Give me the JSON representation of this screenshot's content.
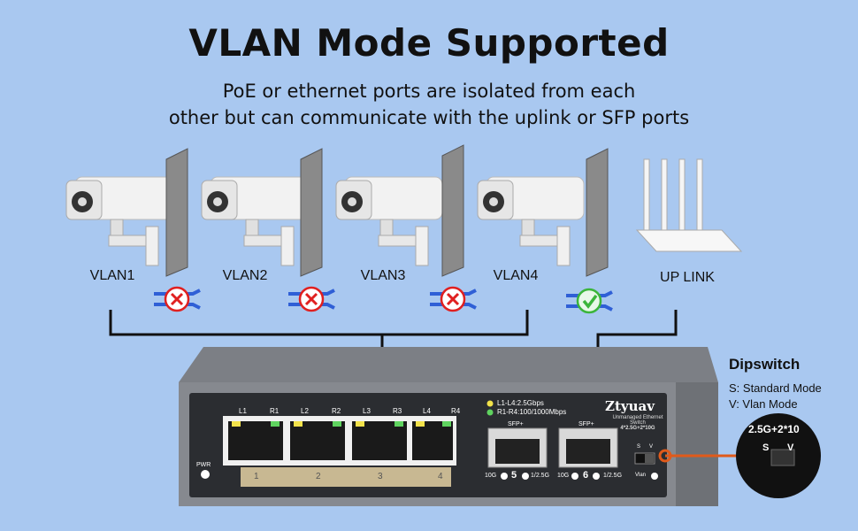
{
  "title": "VLAN Mode Supported",
  "subtitle_line1": "PoE or ethernet ports are isolated from each",
  "subtitle_line2": "other but can communicate with the uplink or SFP ports",
  "vlans": [
    {
      "label": "VLAN1",
      "status": "blocked"
    },
    {
      "label": "VLAN2",
      "status": "blocked"
    },
    {
      "label": "VLAN3",
      "status": "blocked"
    },
    {
      "label": "VLAN4",
      "status": "allowed"
    }
  ],
  "uplink_label": "UP LINK",
  "switch": {
    "brand": "Ztyuav",
    "model_line1": "Unmanaged Ethernet",
    "model_line2": "Switch",
    "model_line3": "4*2.5G+2*10G",
    "legend_yellow": "L1-L4:2.5Gbps",
    "legend_green": "R1-R4:100/1000Mbps",
    "led_labels": [
      "L1",
      "R1",
      "L2",
      "R2",
      "L3",
      "R3",
      "L4",
      "R4"
    ],
    "port_numbers": [
      "1",
      "2",
      "3",
      "4"
    ],
    "pwr": "PWR",
    "sfp_label": "SFP+",
    "sfp5": {
      "left": "10G",
      "num": "5",
      "right": "1/2.5G"
    },
    "sfp6": {
      "left": "10G",
      "num": "6",
      "right": "1/2.5G"
    },
    "vlan_led": "Vlan",
    "dip_s": "S",
    "dip_v": "V"
  },
  "dipswitch": {
    "title": "Dipswitch",
    "line1": "S: Standard Mode",
    "line2": "V: Vlan Mode",
    "zoom_text": "2.5G+2*10",
    "zoom_s": "S",
    "zoom_v": "V"
  },
  "colors": {
    "background": "#a9c8f0",
    "block": "#e02020",
    "allow": "#3bb53b",
    "arrow": "#2f5fd6",
    "callout": "#e05a1a"
  }
}
